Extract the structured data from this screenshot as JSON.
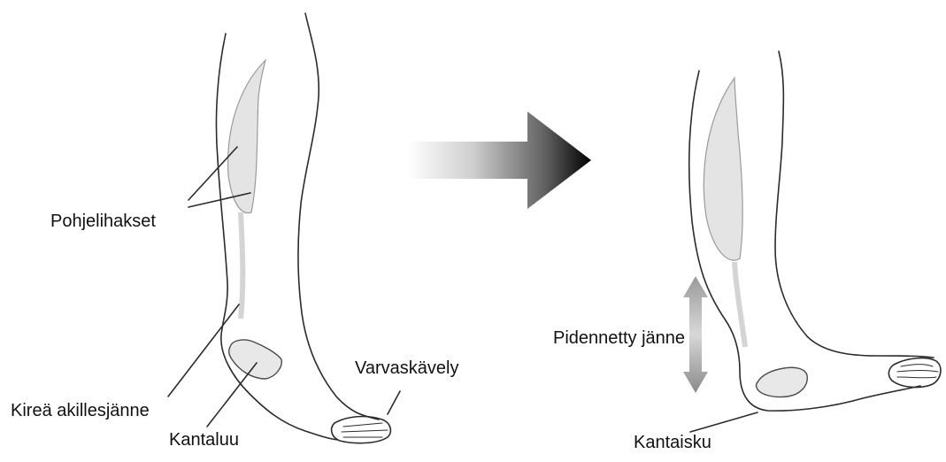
{
  "labels": {
    "calf_muscles": "Pohjelihakset",
    "tight_achilles": "Kireä akillesjänne",
    "heel_bone": "Kantaluu",
    "toe_walking": "Varvaskävely",
    "lengthened_tendon": "Pidennetty jänne",
    "heel_strike": "Kantaisku"
  },
  "colors": {
    "outline": "#2b2b2b",
    "muscle_fill": "#e4e4e4",
    "arrow_dark": "#000000",
    "arrow_light": "#ffffff",
    "tendon_arrow": "#8a8a8a"
  }
}
